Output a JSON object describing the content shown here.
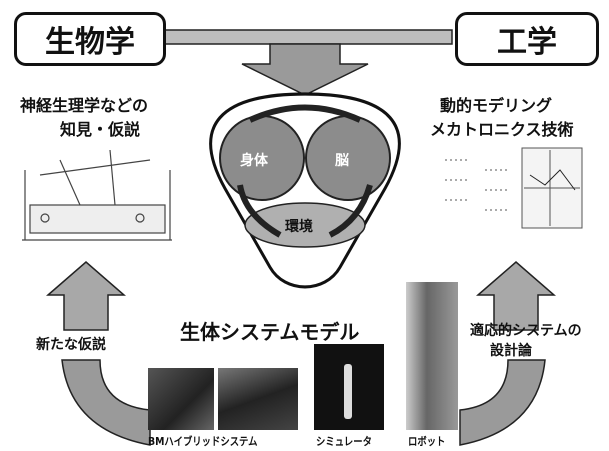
{
  "boxes": {
    "left": "生物学",
    "right": "工学"
  },
  "left_text": {
    "line1": "神経生理学などの",
    "line2": "知見・仮説"
  },
  "right_text": {
    "line1": "動的モデリング",
    "line2": "メカトロニクス技術"
  },
  "center": {
    "body": "身体",
    "brain": "脳",
    "environment": "環境"
  },
  "model_title": "生体システムモデル",
  "left_arrow_label": "新たな仮説",
  "right_arrow_label": {
    "line1": "適応的システムの",
    "line2": "設計論"
  },
  "captions": {
    "bm": "BMハイブリッドシステム",
    "sim": "シミュレータ",
    "robot": "ロボット"
  },
  "colors": {
    "arrow_gray": "#9a9a9a",
    "box_border": "#111111"
  }
}
